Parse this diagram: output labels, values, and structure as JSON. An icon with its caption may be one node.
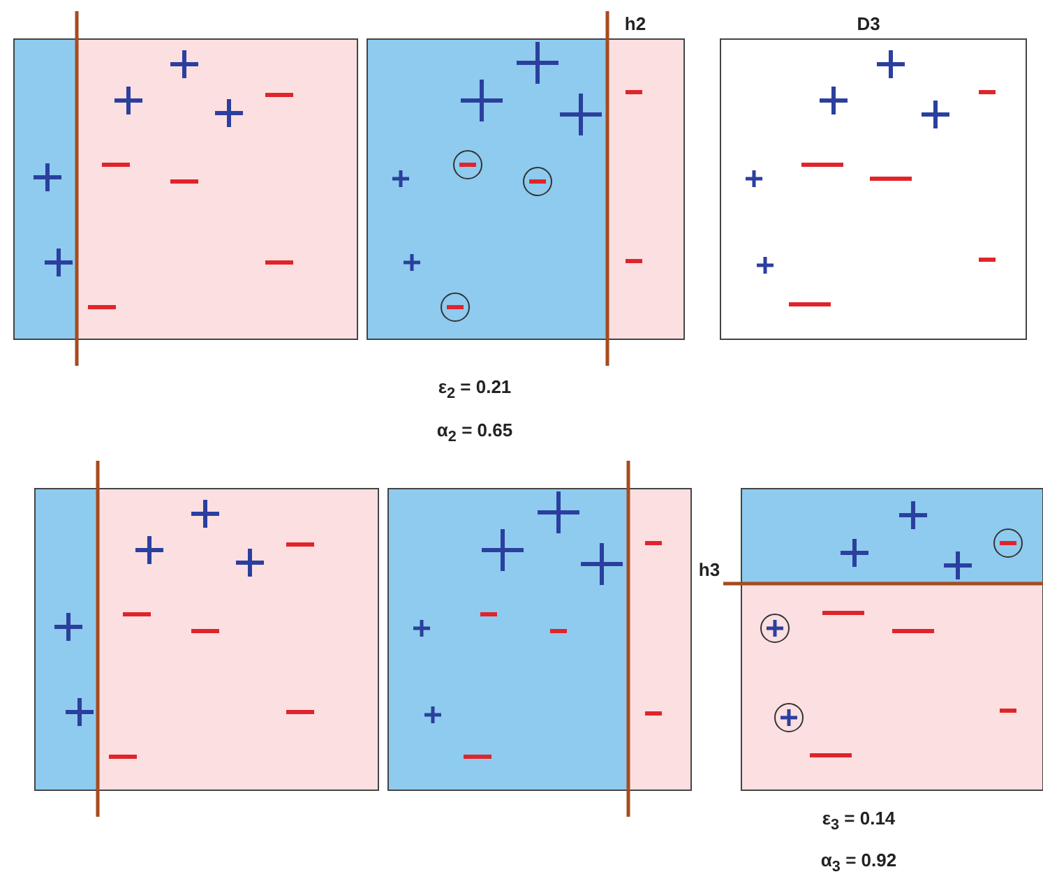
{
  "diagram": {
    "labels": [
      "h2",
      "D3",
      "ε$_{2}$ = 0.21",
      "α$_{2}$ = 0.65",
      "h3",
      "ε$_{3}$ = 0.14",
      "α$_{3}$ = 0.92"
    ]
  }
}
